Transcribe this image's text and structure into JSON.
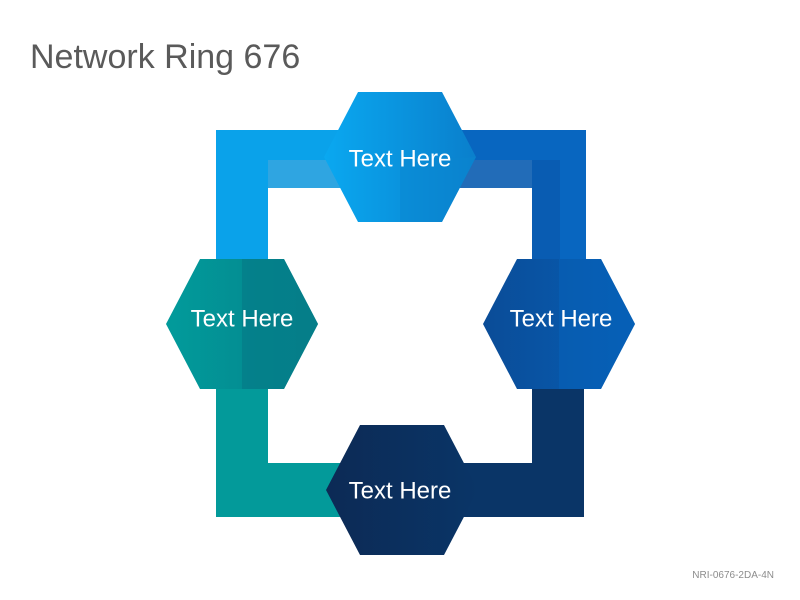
{
  "title": "Network Ring 676",
  "footer": "NRI-0676-2DA-4N",
  "nodes": [
    {
      "id": "top",
      "label": "Text Here",
      "color": "#0aa2ea"
    },
    {
      "id": "right",
      "label": "Text Here",
      "color": "#0059ad"
    },
    {
      "id": "bottom",
      "label": "Text Here",
      "color": "#0a2f5c"
    },
    {
      "id": "left",
      "label": "Text Here",
      "color": "#03999a"
    }
  ],
  "colors": {
    "top": "#0aa2ea",
    "top_dark": "#0a8ad6",
    "right": "#0059ad",
    "right_dark": "#004f9c",
    "bottom": "#0a2f5c",
    "bottom_dark": "#082a52",
    "left": "#03999a",
    "left_dark": "#047a86"
  }
}
